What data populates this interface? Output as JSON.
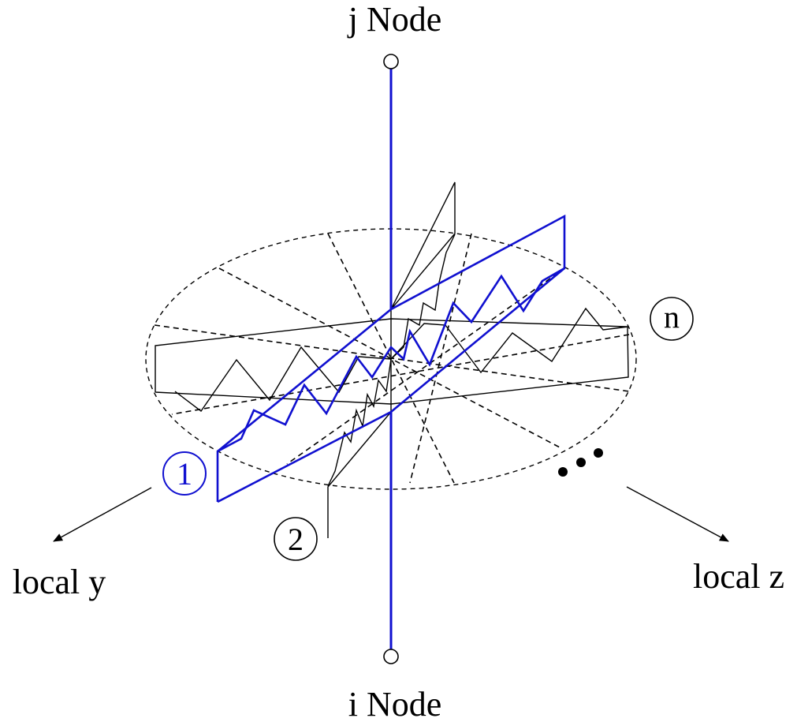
{
  "labels": {
    "j_node": "j Node",
    "i_node": "i Node",
    "local_y": "local y",
    "local_z": "local z",
    "spring_1": "1",
    "spring_2": "2",
    "spring_n": "n"
  },
  "colors": {
    "highlight": "#1010d0",
    "line": "#000000",
    "background": "#ffffff"
  }
}
